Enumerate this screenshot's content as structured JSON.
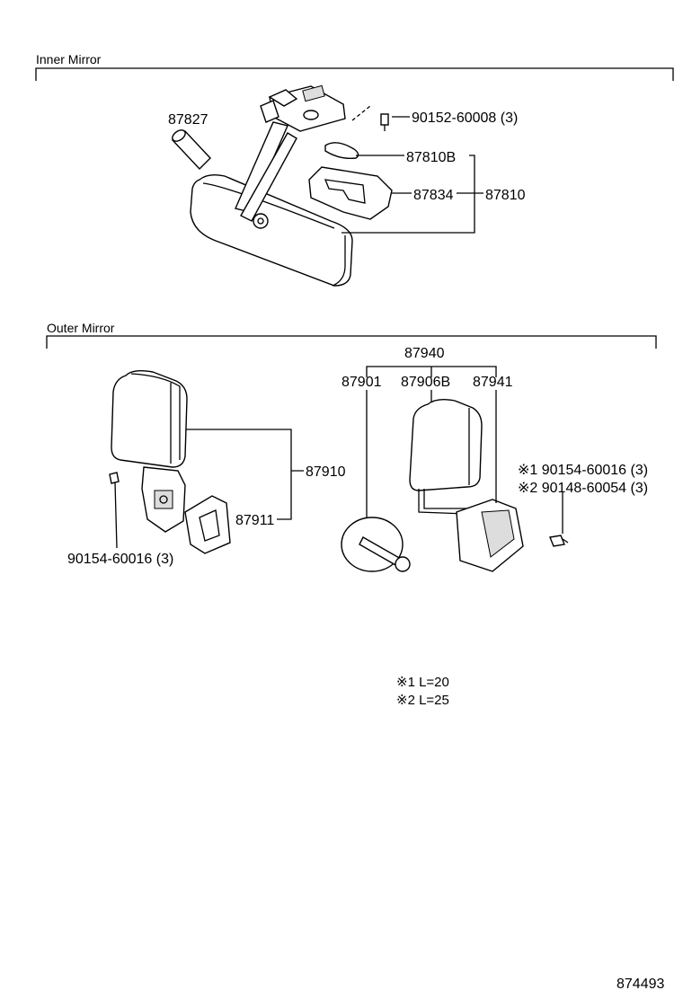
{
  "sections": {
    "inner": "Inner  Mirror",
    "outer": "Outer Mirror"
  },
  "parts": {
    "p87827": "87827",
    "p90152": "90152-60008 (3)",
    "p87810B": "87810B",
    "p87834": "87834",
    "p87810": "87810",
    "p87940": "87940",
    "p87901": "87901",
    "p87906B": "87906B",
    "p87941": "87941",
    "p87910": "87910",
    "p87911": "87911",
    "p90154": "90154-60016 (3)",
    "note1_code": "※1  90154-60016 (3)",
    "note2_code": "※2  90148-60054 (3)"
  },
  "notes": {
    "l1": "※1   L=20",
    "l2": "※2   L=25"
  },
  "diagram_id": "874493"
}
